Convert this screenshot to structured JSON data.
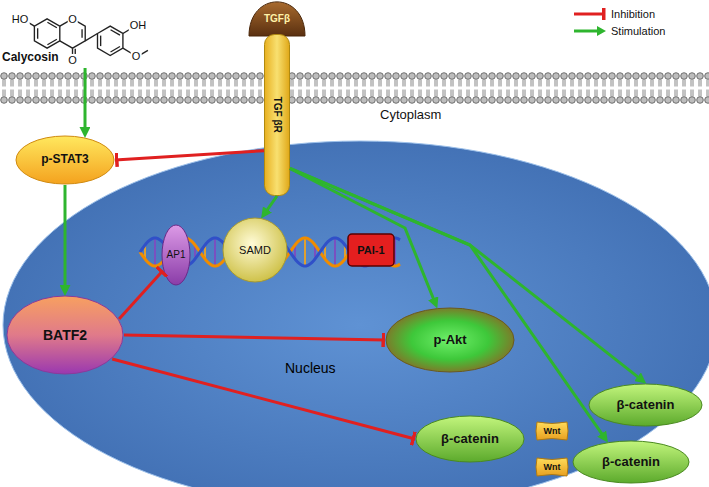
{
  "diagram": {
    "nodes": [
      {
        "text": [
          "Calycosin"
        ]
      },
      {
        "text": [
          "TGFβ"
        ]
      },
      {
        "text": [
          "TGF βR"
        ]
      },
      {
        "text": [
          "p-STAT3"
        ]
      },
      {
        "text": [
          "Nucleus"
        ]
      },
      {
        "text": [
          "BATF2"
        ],
        "in": 4
      },
      {
        "text": [
          "AP1"
        ],
        "in": 4
      },
      {
        "text": [
          "SAMD"
        ],
        "in": 4
      },
      {
        "text": [
          "PAI-1"
        ],
        "in": 4
      },
      {
        "text": [
          "p-Akt"
        ],
        "in": 4
      },
      {
        "text": [
          "β-catenin"
        ],
        "in": 4
      },
      {
        "text": [
          "Wnt"
        ]
      },
      {
        "text": [
          "Wnt"
        ]
      },
      {
        "text": [
          "β-catenin"
        ]
      },
      {
        "text": [
          "β-catenin"
        ]
      }
    ],
    "edges": [
      {
        "from": 0,
        "to": 3,
        "arrow": "to"
      },
      {
        "from": 2,
        "to": 3,
        "arrow": "to"
      },
      {
        "from": 3,
        "to": 5,
        "arrow": "to"
      },
      {
        "from": 5,
        "to": 6,
        "arrow": "to"
      },
      {
        "from": 2,
        "to": 7,
        "arrow": "to"
      },
      {
        "from": 2,
        "to": 9,
        "arrow": "to"
      },
      {
        "from": 2,
        "to": 13,
        "arrow": "to"
      },
      {
        "from": 2,
        "to": 14,
        "arrow": "to"
      },
      {
        "from": 5,
        "to": 9,
        "arrow": "to"
      },
      {
        "from": 5,
        "to": 10,
        "arrow": "to"
      }
    ],
    "labels": [
      "HO",
      "O",
      "O",
      "OH",
      "O",
      "Cytoplasm"
    ],
    "legend": [
      {
        "text": "Inhibition"
      },
      {
        "text": "Stimulation"
      }
    ]
  }
}
